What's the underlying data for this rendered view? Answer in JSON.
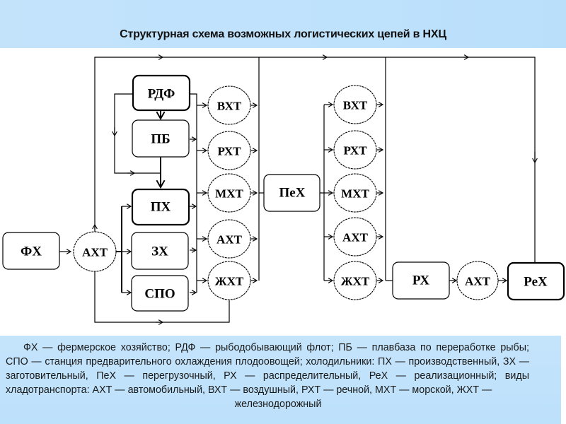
{
  "title": "Структурная схема возможных логистических цепей в НХЦ",
  "nodes": {
    "fx": "ФХ",
    "axt_start": "АХТ",
    "rdf": "РДФ",
    "pb": "ПБ",
    "px": "ПХ",
    "zx": "ЗХ",
    "spo": "СПО",
    "col1": [
      "ВХТ",
      "РХТ",
      "МХТ",
      "АХТ",
      "ЖХТ"
    ],
    "pex": "ПеХ",
    "col2": [
      "ВХТ",
      "РХТ",
      "МХТ",
      "АХТ",
      "ЖХТ"
    ],
    "rx": "РХ",
    "axt_end": "АХТ",
    "rex": "РеХ"
  },
  "legend": {
    "line1": "ФХ — фермерское хозяйство; РДФ — рыбодобывающий флот; ПБ — плавбаза по переработке рыбы;",
    "line2": "СПО — станция предварительного охлаждения плодоовощей; холодильники: ПХ — производственный, ЗХ",
    "line3": "— заготовительный, ПеХ — перегрузочный, РХ — распределительный, РеХ — реализационный; виды",
    "line4": "хладотранспорта: АХТ — автомобильный,  ВХТ —  воздушный, РХТ — речной,  МХТ — морской,  ЖХТ —",
    "line5": "железнодорожный"
  }
}
